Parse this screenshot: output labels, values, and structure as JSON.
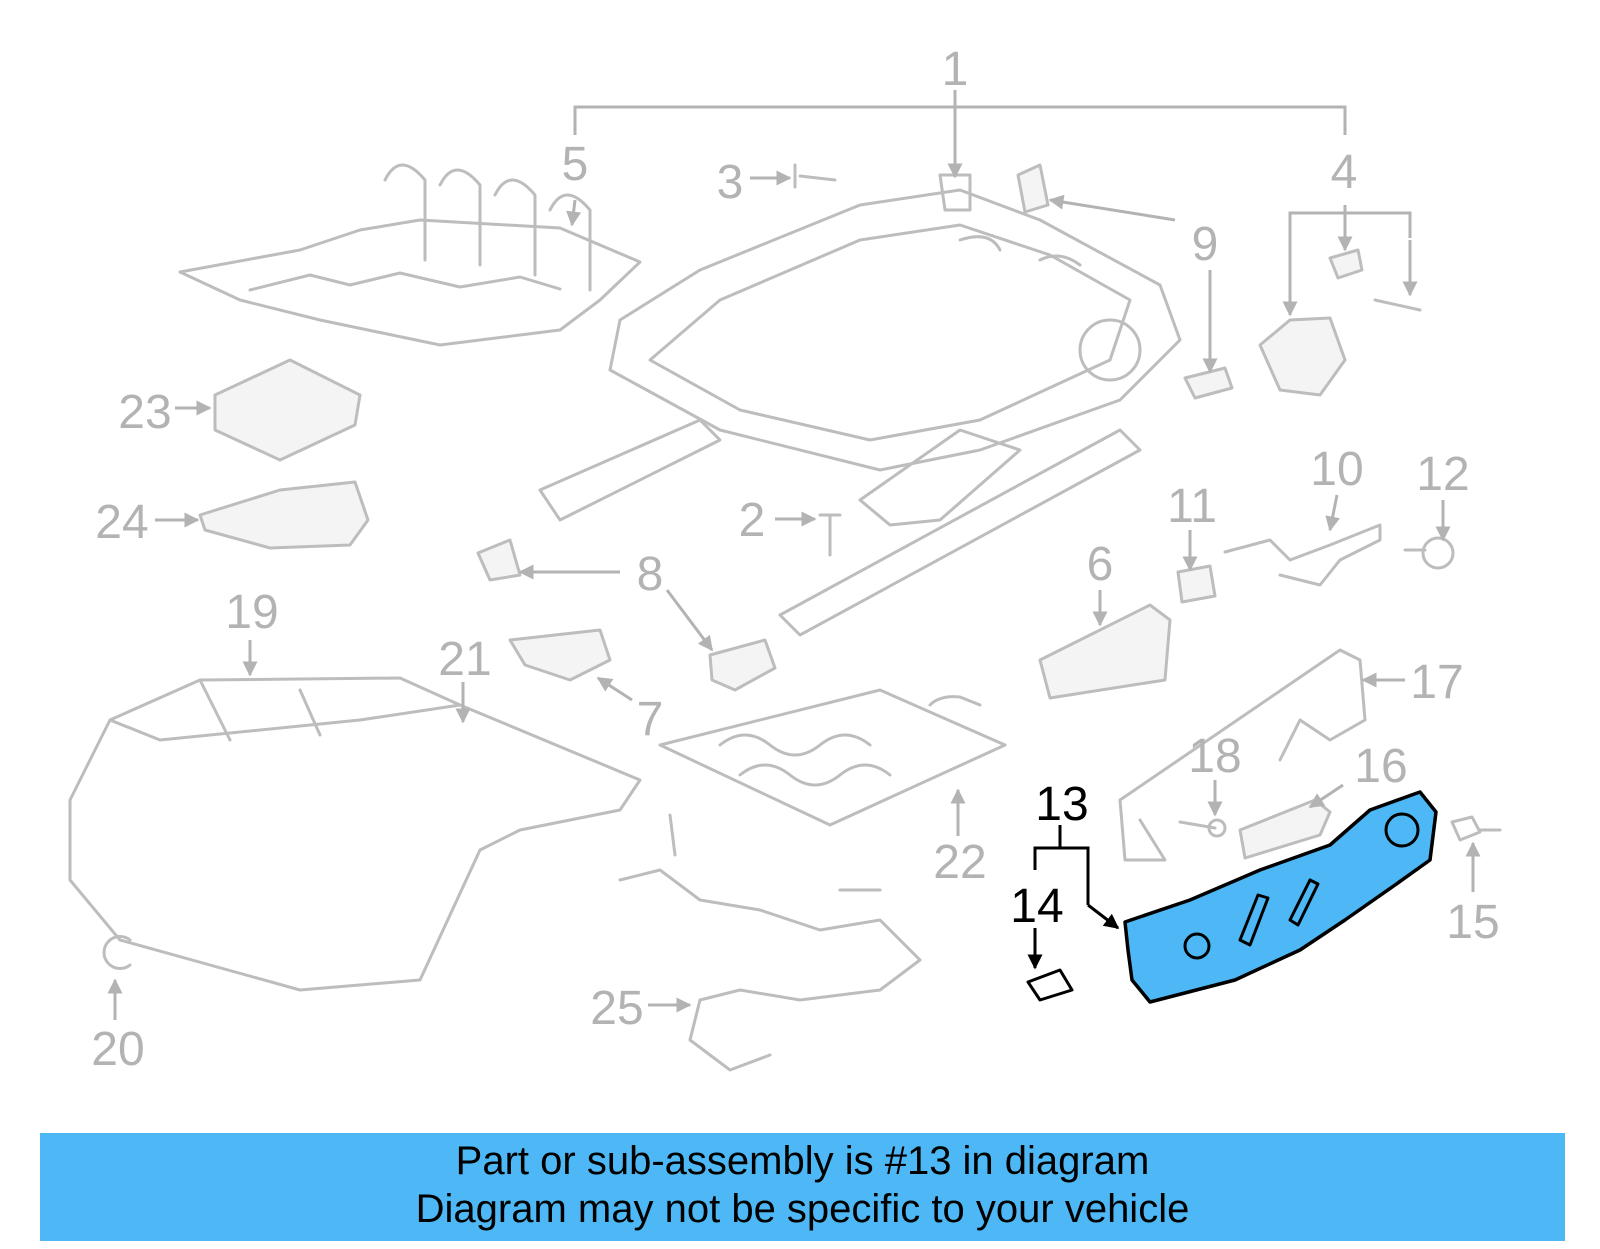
{
  "diagram": {
    "callouts": [
      "1",
      "2",
      "3",
      "4",
      "5",
      "6",
      "7",
      "8",
      "9",
      "10",
      "11",
      "12",
      "13",
      "14",
      "15",
      "16",
      "17",
      "18",
      "19",
      "20",
      "21",
      "22",
      "23",
      "24",
      "25"
    ],
    "highlighted_part": "13",
    "colors": {
      "highlight": "#4db8f5",
      "muted": "#b3b3b3",
      "active": "#000000"
    }
  },
  "banner": {
    "line1": "Part or sub-assembly is #13 in diagram",
    "line2": "Diagram may not be specific to your vehicle"
  }
}
